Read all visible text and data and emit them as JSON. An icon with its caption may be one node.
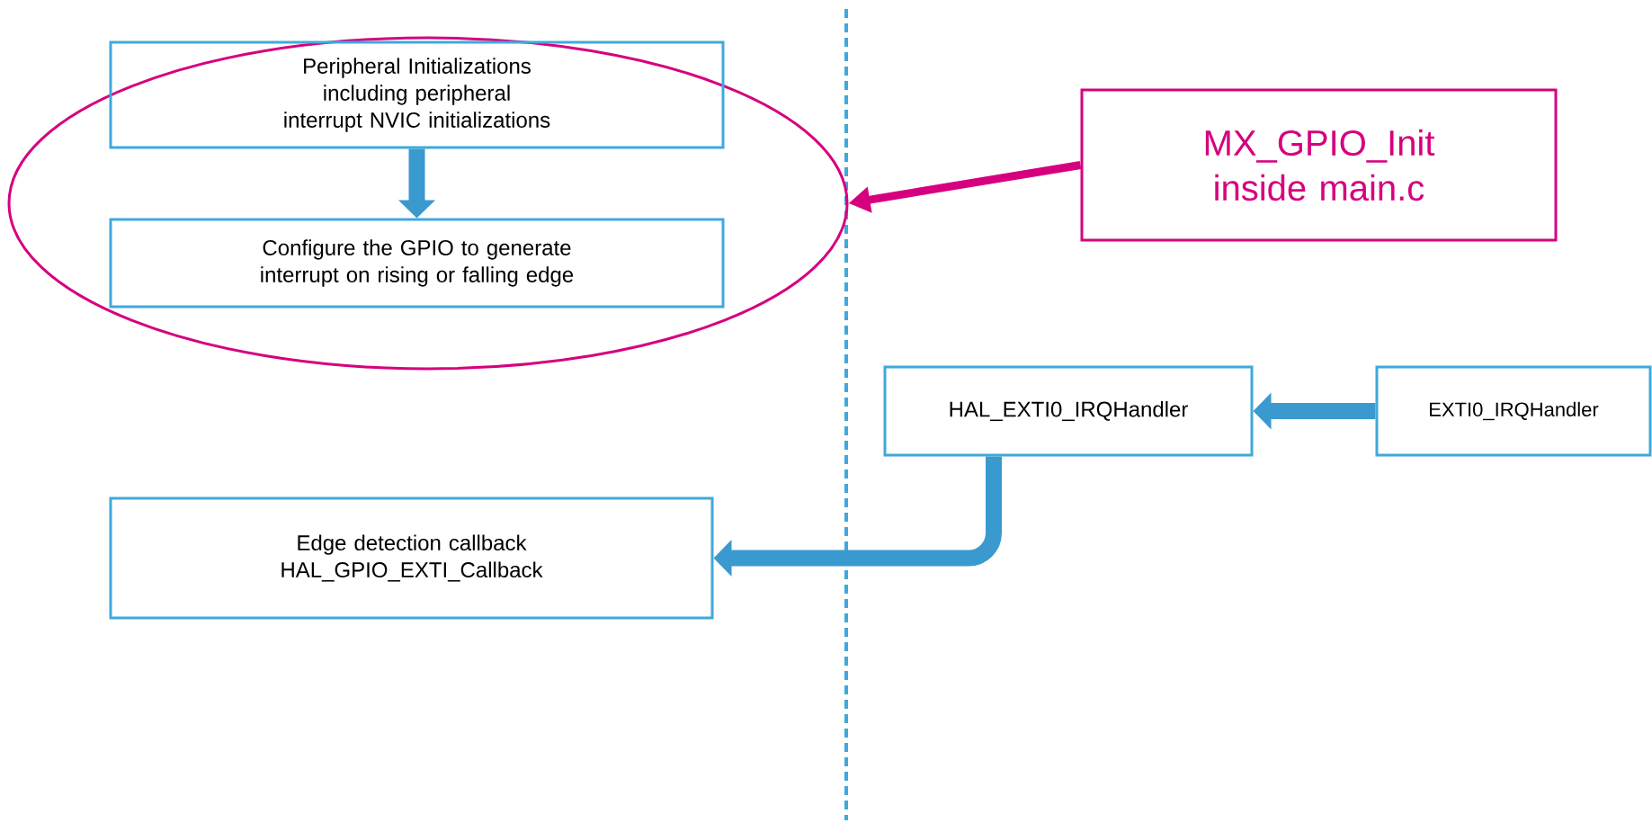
{
  "diagram": {
    "nodes": [
      {
        "text": [],
        "shape": "ellipse"
      },
      {
        "text": [
          "Peripheral Initializations including peripheral interrupt NVIC initializations"
        ],
        "in": 0
      },
      {
        "text": [
          "Configure the GPIO to generate interrupt on rising or falling edge"
        ],
        "in": 0
      },
      {
        "text": [
          "MX_GPIO_Init inside main.c"
        ]
      },
      {
        "text": [
          "HAL_EXTI0_IRQHandler"
        ]
      },
      {
        "text": [
          "EXTI0_IRQHandler"
        ]
      },
      {
        "text": [
          "Edge detection callback HAL_GPIO_EXTI_Callback"
        ]
      }
    ],
    "edges": [
      {
        "from": 1,
        "to": 2,
        "arrow": "to"
      },
      {
        "from": 3,
        "to": 0,
        "arrow": "to",
        "color": "#d6007f"
      },
      {
        "from": 5,
        "to": 4,
        "arrow": "to"
      },
      {
        "from": 4,
        "to": 6,
        "arrow": "to"
      }
    ]
  }
}
